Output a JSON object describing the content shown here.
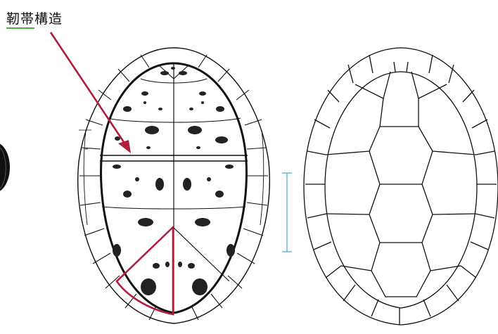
{
  "annotation": {
    "label": "靭帯構造",
    "label_underlined_part": "靭帯",
    "label_rest": "構造"
  },
  "colors": {
    "outline": "#111111",
    "highlight": "#b01e3c",
    "dimension": "#4aa3d8",
    "underline": "#4caf3c",
    "spots": "#222222"
  },
  "figures": {
    "left": "plastron-with-hinge",
    "right": "carapace-scute-pattern",
    "edge": "partial-shell-edge"
  }
}
